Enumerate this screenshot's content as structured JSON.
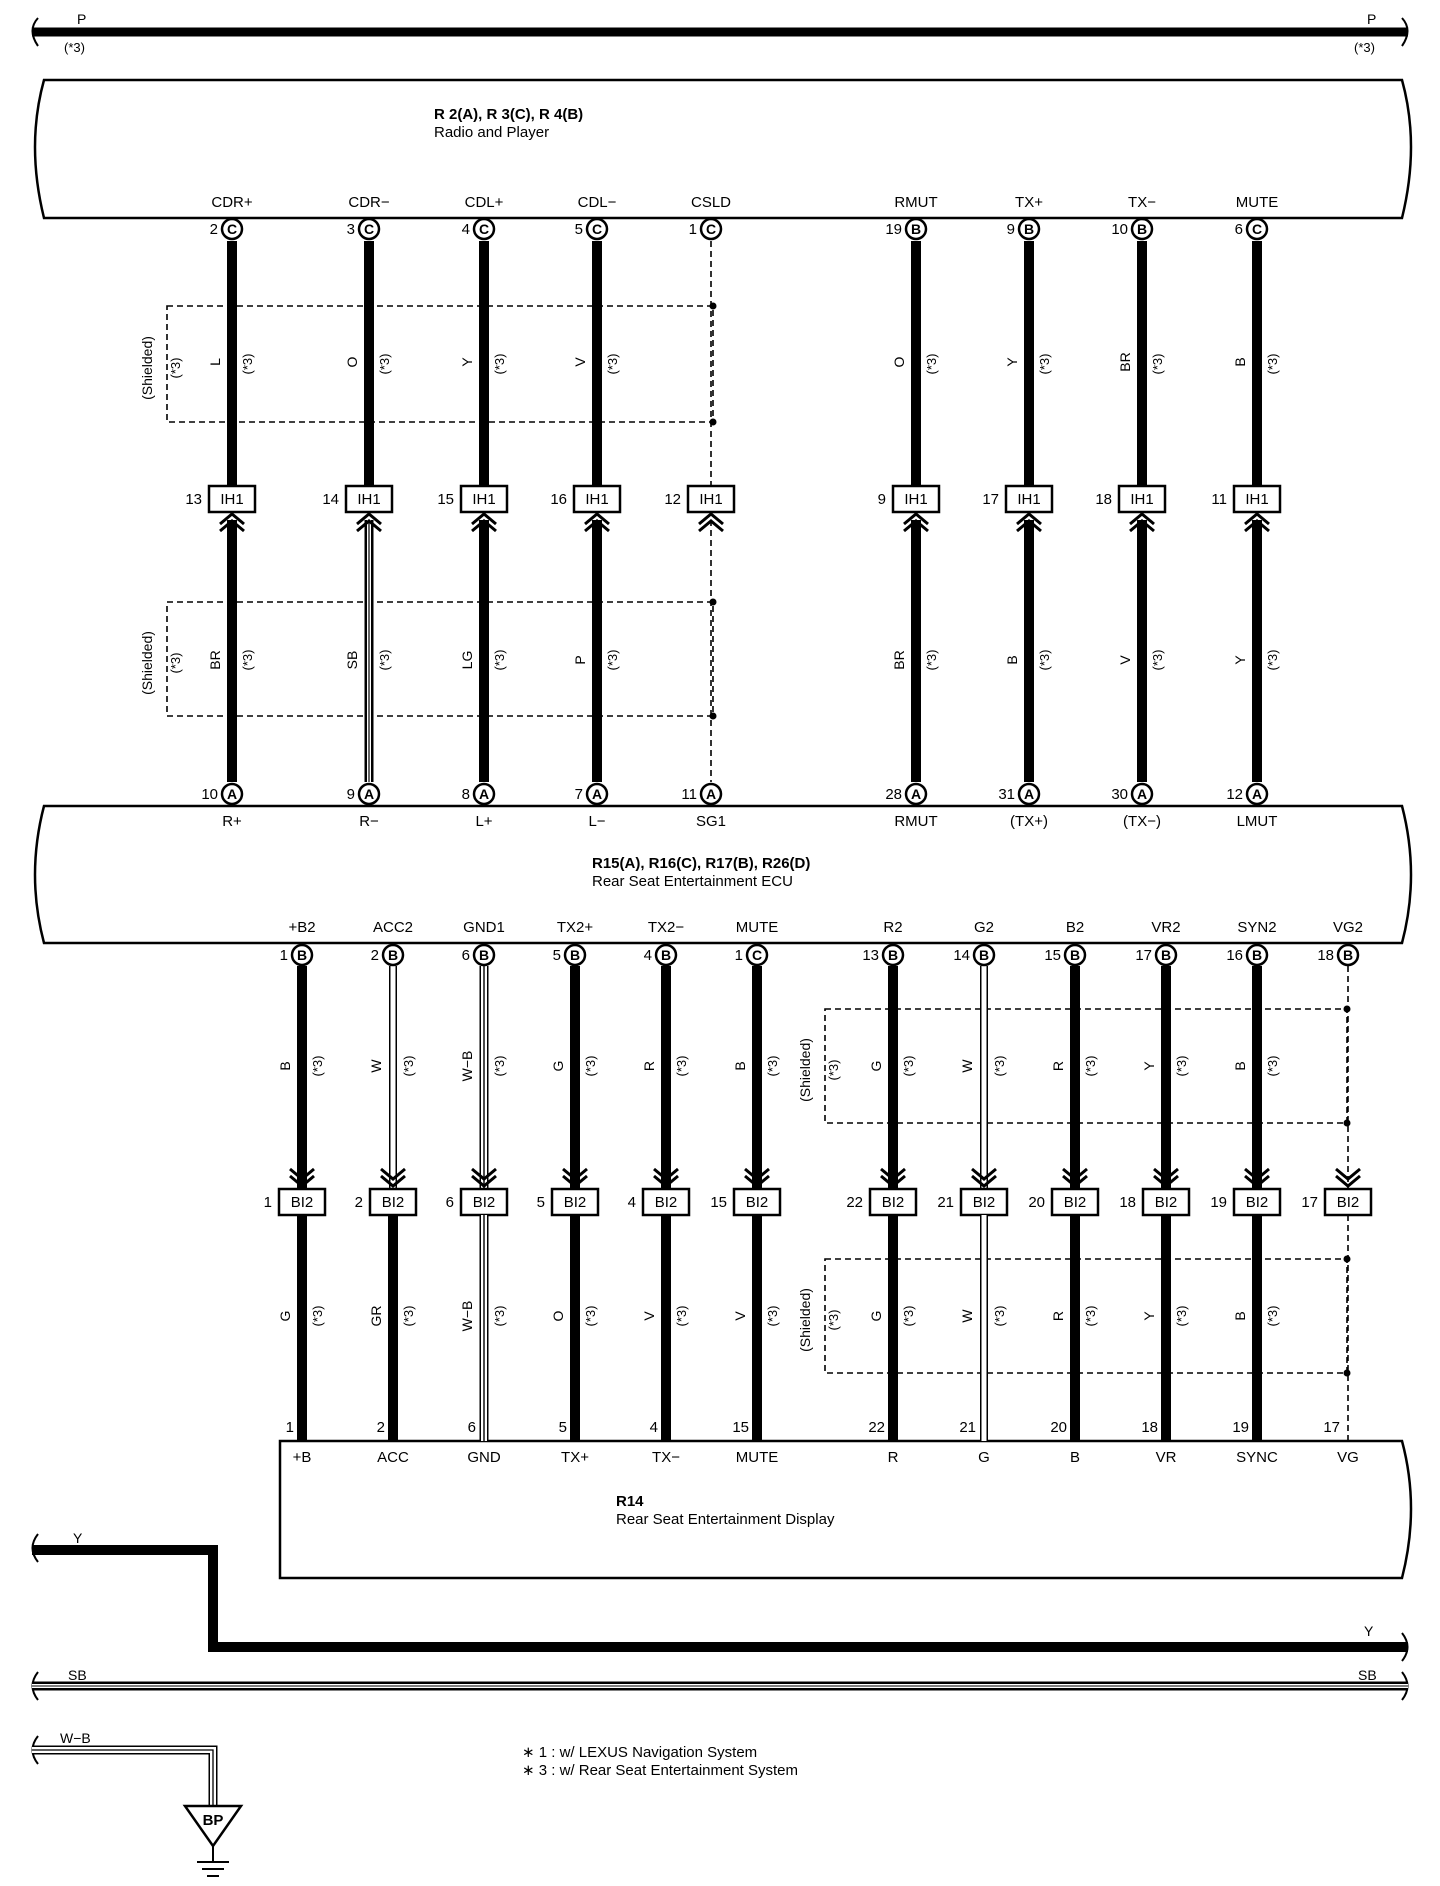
{
  "top_bus": {
    "label_left": "P",
    "label_right": "P",
    "note_left": "(*3)",
    "note_right": "(*3)"
  },
  "radio": {
    "title": "R 2(A), R 3(C), R 4(B)",
    "subtitle": "Radio and Player"
  },
  "ecu": {
    "title": "R15(A), R16(C), R17(B), R26(D)",
    "subtitle": "Rear Seat Entertainment ECU"
  },
  "display": {
    "title": "R14",
    "subtitle": "Rear Seat Entertainment Display"
  },
  "shield_label": "(Shielded)",
  "note_tag": "(*3)",
  "ih_label": "IH1",
  "bi_label": "BI2",
  "upper_wires": [
    {
      "top_term": "CDR+",
      "top_pin": "2",
      "top_conn": "C",
      "upper_color": "L",
      "ih_pin": "13",
      "lower_color": "BR",
      "bot_pin": "10",
      "bot_conn": "A",
      "bot_term": "R+",
      "style": "thick"
    },
    {
      "top_term": "CDR−",
      "top_pin": "3",
      "top_conn": "C",
      "upper_color": "O",
      "ih_pin": "14",
      "lower_color": "SB",
      "bot_pin": "9",
      "bot_conn": "A",
      "bot_term": "R−",
      "style": "thick",
      "lower_style": "double"
    },
    {
      "top_term": "CDL+",
      "top_pin": "4",
      "top_conn": "C",
      "upper_color": "Y",
      "ih_pin": "15",
      "lower_color": "LG",
      "bot_pin": "8",
      "bot_conn": "A",
      "bot_term": "L+",
      "style": "thick"
    },
    {
      "top_term": "CDL−",
      "top_pin": "5",
      "top_conn": "C",
      "upper_color": "V",
      "ih_pin": "16",
      "lower_color": "P",
      "bot_pin": "7",
      "bot_conn": "A",
      "bot_term": "L−",
      "style": "thick"
    },
    {
      "top_term": "CSLD",
      "top_pin": "1",
      "top_conn": "C",
      "upper_color": "",
      "ih_pin": "12",
      "lower_color": "",
      "bot_pin": "11",
      "bot_conn": "A",
      "bot_term": "SG1",
      "style": "dashed"
    },
    {
      "top_term": "RMUT",
      "top_pin": "19",
      "top_conn": "B",
      "upper_color": "O",
      "ih_pin": "9",
      "lower_color": "BR",
      "bot_pin": "28",
      "bot_conn": "A",
      "bot_term": "RMUT",
      "style": "thick"
    },
    {
      "top_term": "TX+",
      "top_pin": "9",
      "top_conn": "B",
      "upper_color": "Y",
      "ih_pin": "17",
      "lower_color": "B",
      "bot_pin": "31",
      "bot_conn": "A",
      "bot_term": "(TX+)",
      "style": "thick"
    },
    {
      "top_term": "TX−",
      "top_pin": "10",
      "top_conn": "B",
      "upper_color": "BR",
      "ih_pin": "18",
      "lower_color": "V",
      "bot_pin": "30",
      "bot_conn": "A",
      "bot_term": "(TX−)",
      "style": "thick"
    },
    {
      "top_term": "MUTE",
      "top_pin": "6",
      "top_conn": "C",
      "upper_color": "B",
      "ih_pin": "11",
      "lower_color": "Y",
      "bot_pin": "12",
      "bot_conn": "A",
      "bot_term": "LMUT",
      "style": "thick"
    }
  ],
  "lower_wires": [
    {
      "top_term": "+B2",
      "top_pin": "1",
      "top_conn": "B",
      "upper_color": "B",
      "bi_pin": "1",
      "lower_color": "G",
      "bot_pin": "1",
      "bot_term": "+B",
      "style": "thick"
    },
    {
      "top_term": "ACC2",
      "top_pin": "2",
      "top_conn": "B",
      "upper_color": "W",
      "bi_pin": "2",
      "lower_color": "GR",
      "bot_pin": "2",
      "bot_term": "ACC",
      "style": "hollow",
      "lower_style": "thick"
    },
    {
      "top_term": "GND1",
      "top_pin": "6",
      "top_conn": "B",
      "upper_color": "W−B",
      "bi_pin": "6",
      "lower_color": "W−B",
      "bot_pin": "6",
      "bot_term": "GND",
      "style": "triple"
    },
    {
      "top_term": "TX2+",
      "top_pin": "5",
      "top_conn": "B",
      "upper_color": "G",
      "bi_pin": "5",
      "lower_color": "O",
      "bot_pin": "5",
      "bot_term": "TX+",
      "style": "thick"
    },
    {
      "top_term": "TX2−",
      "top_pin": "4",
      "top_conn": "B",
      "upper_color": "R",
      "bi_pin": "4",
      "lower_color": "V",
      "bot_pin": "4",
      "bot_term": "TX−",
      "style": "thick"
    },
    {
      "top_term": "MUTE",
      "top_pin": "1",
      "top_conn": "C",
      "upper_color": "B",
      "bi_pin": "15",
      "lower_color": "V",
      "bot_pin": "15",
      "bot_term": "MUTE",
      "style": "thick"
    },
    {
      "top_term": "R2",
      "top_pin": "13",
      "top_conn": "B",
      "upper_color": "G",
      "bi_pin": "22",
      "lower_color": "G",
      "bot_pin": "22",
      "bot_term": "R",
      "style": "thick"
    },
    {
      "top_term": "G2",
      "top_pin": "14",
      "top_conn": "B",
      "upper_color": "W",
      "bi_pin": "21",
      "lower_color": "W",
      "bot_pin": "21",
      "bot_term": "G",
      "style": "hollow"
    },
    {
      "top_term": "B2",
      "top_pin": "15",
      "top_conn": "B",
      "upper_color": "R",
      "bi_pin": "20",
      "lower_color": "R",
      "bot_pin": "20",
      "bot_term": "B",
      "style": "thick"
    },
    {
      "top_term": "VR2",
      "top_pin": "17",
      "top_conn": "B",
      "upper_color": "Y",
      "bi_pin": "18",
      "lower_color": "Y",
      "bot_pin": "18",
      "bot_term": "VR",
      "style": "thick"
    },
    {
      "top_term": "SYN2",
      "top_pin": "16",
      "top_conn": "B",
      "upper_color": "B",
      "bi_pin": "19",
      "lower_color": "B",
      "bot_pin": "19",
      "bot_term": "SYNC",
      "style": "thick"
    },
    {
      "top_term": "VG2",
      "top_pin": "18",
      "top_conn": "B",
      "upper_color": "",
      "bi_pin": "17",
      "lower_color": "",
      "bot_pin": "17",
      "bot_term": "VG",
      "style": "dashed"
    }
  ],
  "y_bus": {
    "label_left": "Y",
    "label_right": "Y"
  },
  "sb_bus": {
    "label_left": "SB",
    "label_right": "SB"
  },
  "ground": {
    "wire_label": "W−B",
    "label": "BP"
  },
  "notes": [
    "∗ 1 : w/ LEXUS Navigation System",
    "∗ 3 : w/ Rear Seat Entertainment System"
  ]
}
